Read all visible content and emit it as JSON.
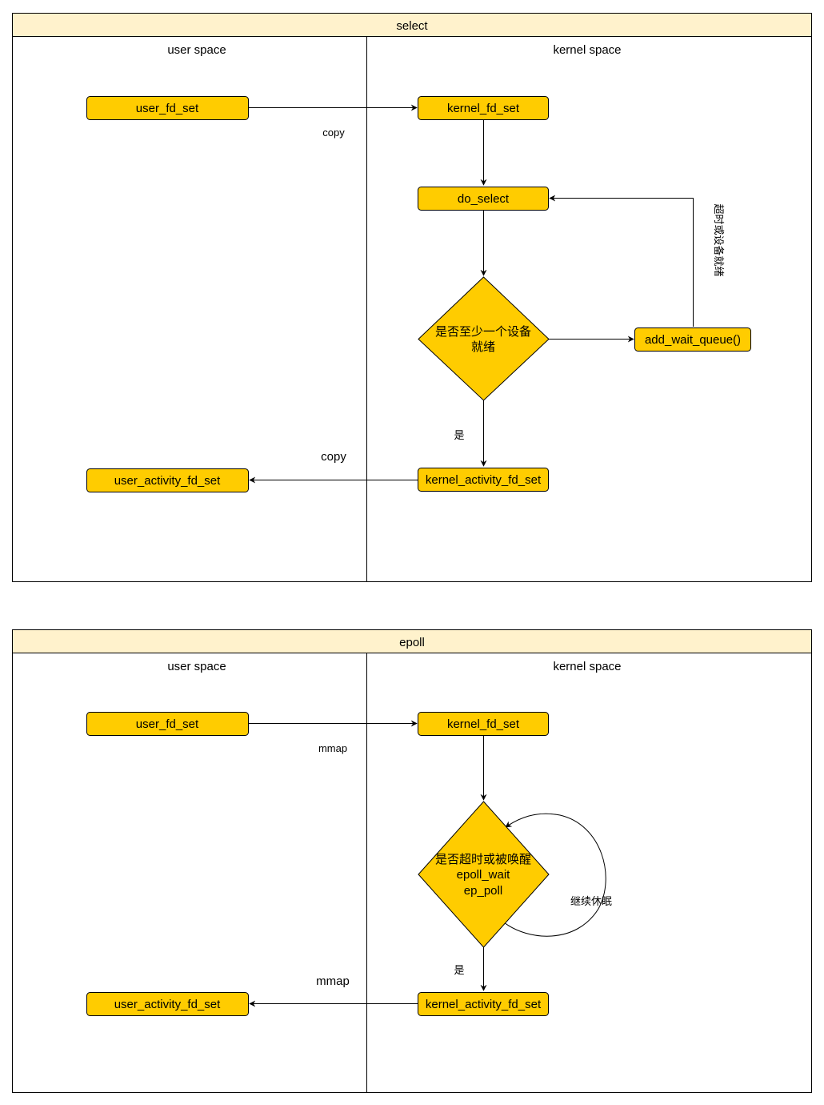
{
  "colors": {
    "header_fill": "#fff2cc",
    "node_fill": "#ffcc00",
    "stroke": "#000000"
  },
  "select": {
    "title": "select",
    "user_space": "user space",
    "kernel_space": "kernel space",
    "user_fd_set": "user_fd_set",
    "kernel_fd_set": "kernel_fd_set",
    "do_select": "do_select",
    "decision_line1": "是否至少一个设备",
    "decision_line2": "就绪",
    "add_wait_queue": "add_wait_queue()",
    "kernel_activity_fd_set": "kernel_activity_fd_set",
    "user_activity_fd_set": "user_activity_fd_set",
    "copy_top": "copy",
    "copy_bottom": "copy",
    "yes": "是",
    "timeout_label": "超时或设备就绪"
  },
  "epoll": {
    "title": "epoll",
    "user_space": "user space",
    "kernel_space": "kernel space",
    "user_fd_set": "user_fd_set",
    "kernel_fd_set": "kernel_fd_set",
    "decision_line1": "是否超时或被唤醒",
    "decision_line2": "epoll_wait",
    "decision_line3": "ep_poll",
    "kernel_activity_fd_set": "kernel_activity_fd_set",
    "user_activity_fd_set": "user_activity_fd_set",
    "mmap_top": "mmap",
    "mmap_bottom": "mmap",
    "yes": "是",
    "sleep_label": "继续休眠"
  }
}
